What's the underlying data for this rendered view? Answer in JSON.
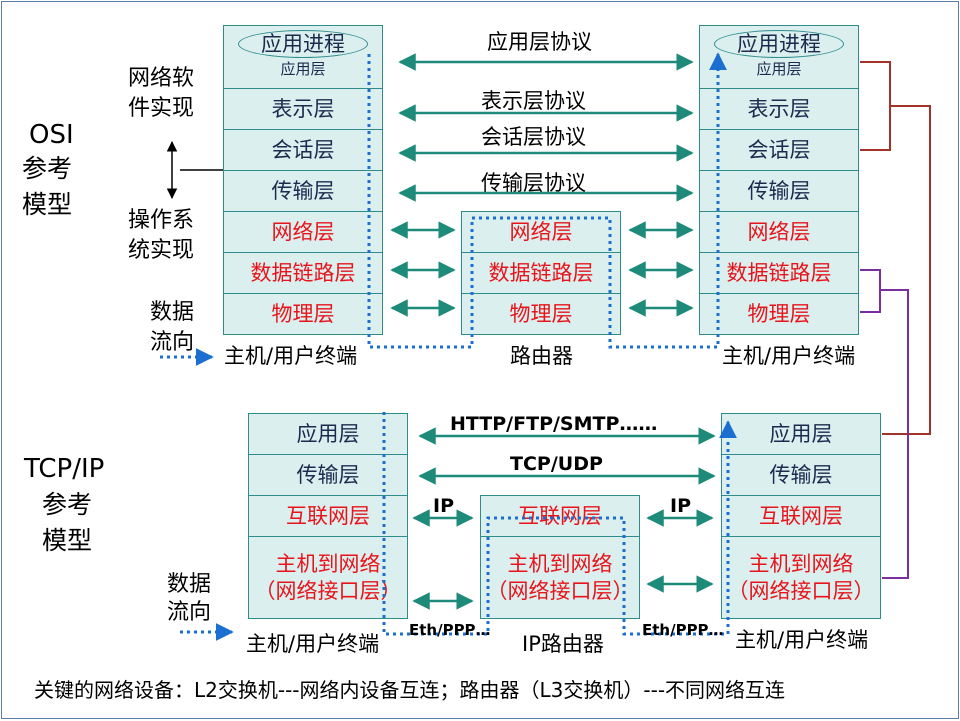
{
  "osi": {
    "title": "OSI",
    "sub1": "参考",
    "sub2": "模型",
    "left_stack": [
      "应用进程",
      "应用层",
      "表示层",
      "会话层",
      "传输层",
      "网络层",
      "数据链路层",
      "物理层"
    ],
    "right_stack": [
      "应用进程",
      "应用层",
      "表示层",
      "会话层",
      "传输层",
      "网络层",
      "数据链路层",
      "物理层"
    ],
    "router_stack": [
      "网络层",
      "数据链路层",
      "物理层"
    ],
    "protocols": [
      "应用层协议",
      "表示层协议",
      "会话层协议",
      "传输层协议"
    ],
    "software_label": [
      "网络软",
      "件实现"
    ],
    "os_label": [
      "操作系",
      "统实现"
    ],
    "flow_label": [
      "数据",
      "流向"
    ],
    "host_left": "主机/用户终端",
    "host_right": "主机/用户终端",
    "router": "路由器"
  },
  "tcpip": {
    "title": "TCP/IP",
    "sub1": "参考",
    "sub2": "模型",
    "left_stack": [
      "应用层",
      "传输层",
      "互联网层",
      "主机到网络",
      "（网络接口层）"
    ],
    "right_stack": [
      "应用层",
      "传输层",
      "互联网层",
      "主机到网络",
      "（网络接口层）"
    ],
    "router_stack": [
      "互联网层",
      "主机到网络",
      "（网络接口层）"
    ],
    "protocols": [
      "HTTP/FTP/SMTP……",
      "TCP/UDP"
    ],
    "ip_left": "IP",
    "ip_right": "IP",
    "eth_left": "Eth/PPP…",
    "eth_right": "Eth/PPP…",
    "flow_label": [
      "数据",
      "流向"
    ],
    "host_left": "主机/用户终端",
    "host_right": "主机/用户终端",
    "router": "IP路由器"
  },
  "footer": "关键的网络设备：L2交换机---网络内设备互连；路由器（L3交换机）---不同网络互连",
  "colors": {
    "cell_fill": "#dcefef",
    "cell_border": "#2e8c8c",
    "arrow": "#1e8a7a",
    "red_text": "#e8141b",
    "dotted": "#1b6fd0",
    "bracket_brown": "#a0322a",
    "bracket_purple": "#7a2fa0"
  }
}
